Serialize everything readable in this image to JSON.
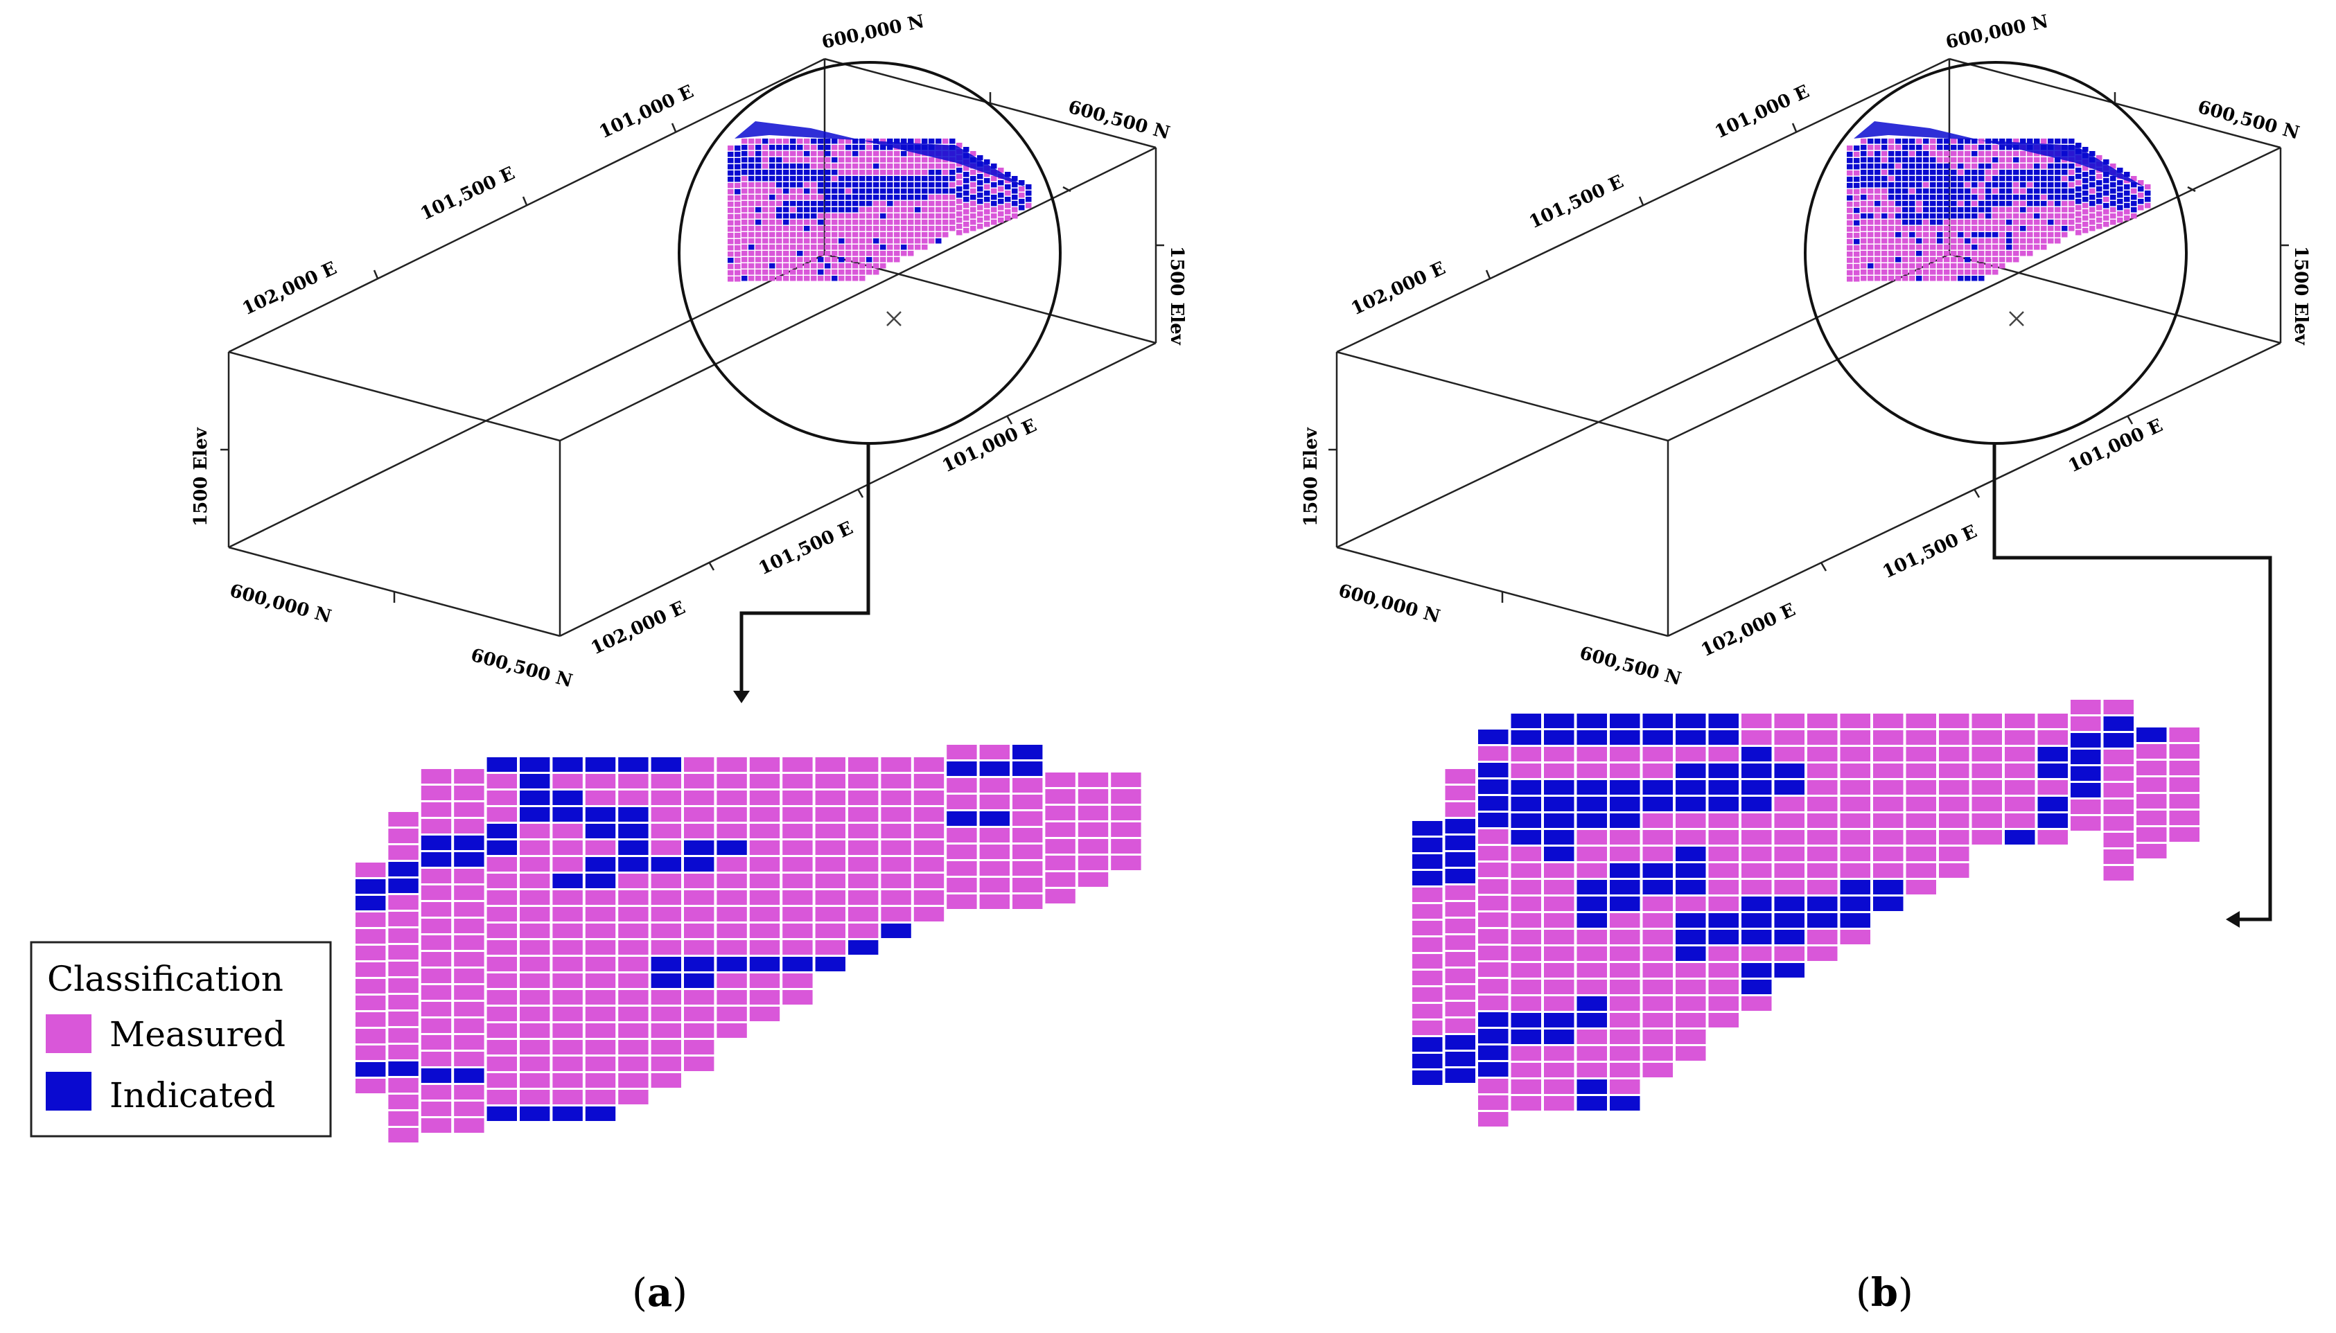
{
  "figure": {
    "panels": [
      {
        "tag_open": "(",
        "tag_letter": "a",
        "tag_close": ")",
        "axes": {
          "north_top": "600,000 N",
          "north_top_right": "600,500 N",
          "east_top_1": "101,000 E",
          "east_top_2": "101,500 E",
          "east_top_3": "102,000 E",
          "elev_right": "1500 Elev",
          "elev_left": "1500 Elev",
          "north_bottom_left": "600,000 N",
          "north_bottom_right": "600,500 N",
          "east_bottom_1": "101,000 E",
          "east_bottom_2": "101,500 E",
          "east_bottom_3": "102,000 E"
        }
      },
      {
        "tag_open": "(",
        "tag_letter": "b",
        "tag_close": ")",
        "axes": {
          "north_top": "600,000 N",
          "north_top_right": "600,500 N",
          "east_top_1": "101,000 E",
          "east_top_2": "101,500 E",
          "east_top_3": "102,000 E",
          "elev_right": "1500 Elev",
          "elev_left": "1500 Elev",
          "north_bottom_left": "600,000 N",
          "north_bottom_right": "600,500 N",
          "east_bottom_1": "101,000 E",
          "east_bottom_2": "101,500 E",
          "east_bottom_3": "102,000 E"
        }
      }
    ],
    "legend": {
      "title": "Classification",
      "items": [
        {
          "label": "Measured",
          "color": "#d957d9"
        },
        {
          "label": "Indicated",
          "color": "#0a0ad0"
        }
      ]
    },
    "colors": {
      "measured": "#d957d9",
      "indicated": "#0a0ad0",
      "line": "#222222",
      "grid_line": "#ffffff"
    }
  }
}
